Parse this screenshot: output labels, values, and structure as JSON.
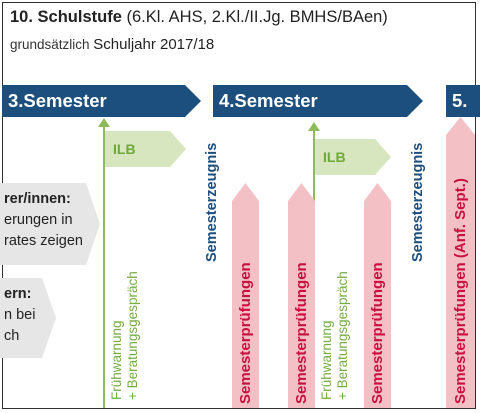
{
  "header": {
    "title_bold": "10. Schulstufe",
    "title_rest": " (6.Kl. AHS, 2.Kl./II.Jg. BMHS/BAen)",
    "subtitle_prefix": "grundsätzlich ",
    "subtitle_year": "Schuljahr 2017/18"
  },
  "semesters": [
    "3.Semester",
    "4.Semester",
    "5."
  ],
  "ilb": [
    "ILB",
    "ILB"
  ],
  "fruehwarnung": {
    "line1": "Frühwarnung",
    "line2": "+ Beratungsgespräch"
  },
  "semesterzeugnis": "Semesterzeugnis",
  "semesterpruefungen": "Semesterprüfungen",
  "semesterpruefungen_sept": "Semesterprüfungen (Anf. Sept.)",
  "left_boxes": {
    "box1": {
      "label": "rer/innen:",
      "line2": "erungen in",
      "line3": "rates zeigen"
    },
    "box2": {
      "label": "ern:",
      "line2": "n bei",
      "line3": "ch"
    }
  },
  "colors": {
    "semester_arrow": "#1d4f7e",
    "ilb_fill": "#d7e6be",
    "ilb_text": "#6ea93a",
    "pink_fill": "#f3c1c5",
    "pink_text": "#c8103f",
    "gray_box": "#e6e6e6"
  }
}
